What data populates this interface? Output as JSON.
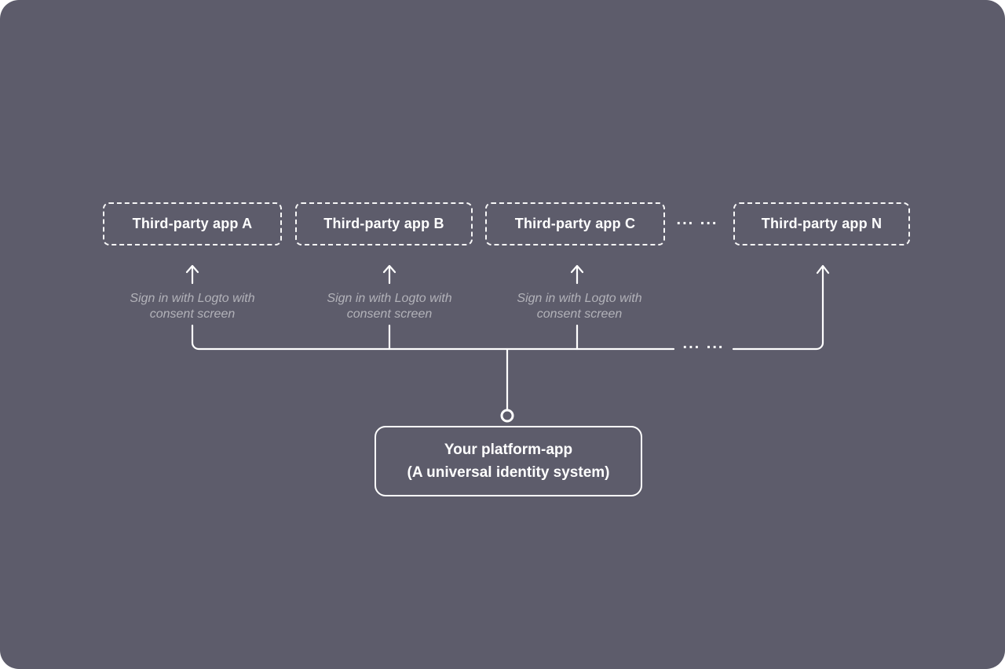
{
  "diagram": {
    "background_color": "#5d5c6b",
    "line_color": "#ffffff",
    "third_party_apps": [
      {
        "label": "Third-party app A"
      },
      {
        "label": "Third-party app B"
      },
      {
        "label": "Third-party app C"
      },
      {
        "label": "Third-party app N"
      }
    ],
    "apps_ellipsis": "... ...",
    "bus_ellipsis": "... ...",
    "sign_in_captions": [
      {
        "line1": "Sign in with Logto with",
        "line2": "consent screen"
      },
      {
        "line1": "Sign in with Logto with",
        "line2": "consent screen"
      },
      {
        "line1": "Sign in with Logto with",
        "line2": "consent screen"
      }
    ],
    "platform_app": {
      "line1": "Your platform-app",
      "line2": "(A universal identity system)"
    }
  }
}
